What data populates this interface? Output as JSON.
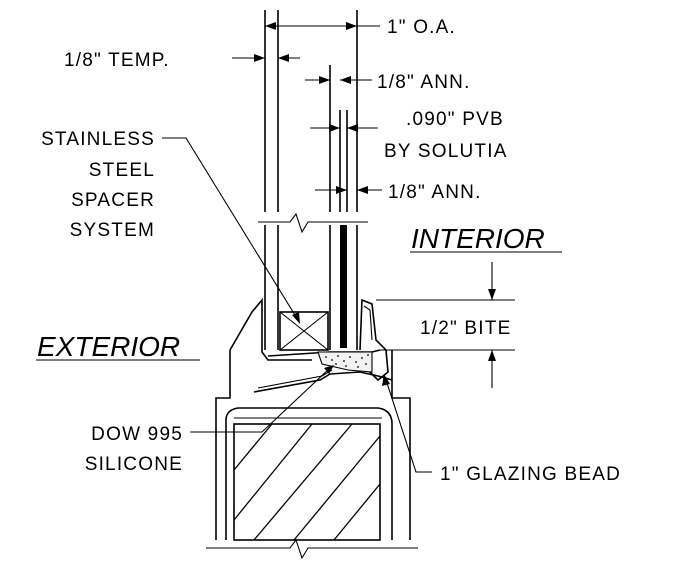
{
  "labels": {
    "overall": "1\" O.A.",
    "temp": "1/8\" TEMP.",
    "ann_top": "1/8\" ANN.",
    "pvb_1": ".090\" PVB",
    "pvb_2": "BY SOLUTIA",
    "ann_bottom": "1/8\" ANN.",
    "spacer_1": "STAINLESS",
    "spacer_2": "STEEL",
    "spacer_3": "SPACER",
    "spacer_4": "SYSTEM",
    "interior": "INTERIOR",
    "exterior": "EXTERIOR",
    "bite": "1/2\" BITE",
    "silicone_1": "DOW 995",
    "silicone_2": "SILICONE",
    "glazing_bead": "1\" GLAZING BEAD"
  }
}
